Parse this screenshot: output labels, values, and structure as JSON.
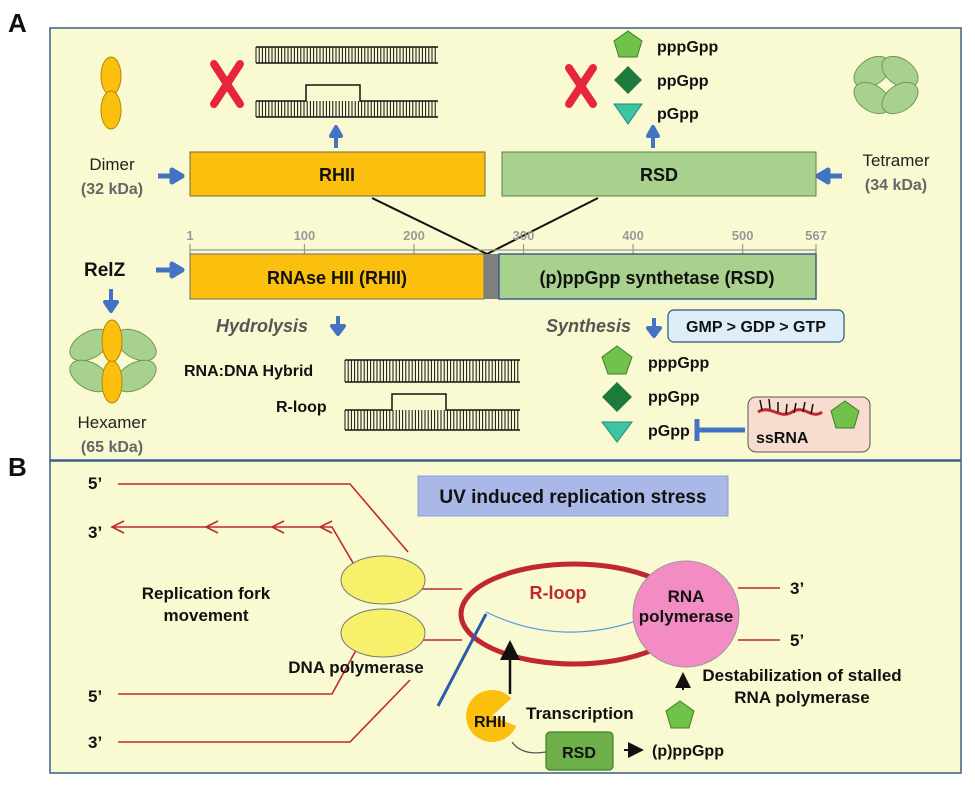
{
  "panelA": {
    "letter": "A",
    "dimer": {
      "name": "Dimer",
      "mass": "(32 kDa)"
    },
    "tetramer": {
      "name": "Tetramer",
      "mass": "(34 kDa)"
    },
    "hexamer": {
      "name": "Hexamer",
      "mass": "(65 kDa)"
    },
    "relz": "RelZ",
    "rhii_short": "RHII",
    "rsd_short": "RSD",
    "domain_rhii": "RNAse HII (RHII)",
    "domain_rsd": "(p)ppGpp synthetase (RSD)",
    "ticks": [
      "1",
      "100",
      "200",
      "300",
      "400",
      "500",
      "567"
    ],
    "hydrolysis": "Hydrolysis",
    "synthesis": "Synthesis",
    "substrate_order": "GMP > GDP > GTP",
    "rna_dna_hybrid": "RNA:DNA Hybrid",
    "r_loop": "R-loop",
    "ssrna": "ssRNA",
    "alarmones": [
      "pppGpp",
      "ppGpp",
      "pGpp"
    ],
    "alarmones_top": [
      "pppGpp",
      "ppGpp",
      "pGpp"
    ]
  },
  "panelB": {
    "letter": "B",
    "title": "UV induced replication stress",
    "ends": {
      "top_left_5": "5’",
      "top_left_3": "3’",
      "bot_left_5": "5’",
      "bot_left_3": "3’",
      "right_3": "3’",
      "right_5": "5’"
    },
    "fork_label_1": "Replication fork",
    "fork_label_2": "movement",
    "dna_polymerase": "DNA polymerase",
    "r_loop": "R-loop",
    "rna_polymerase_1": "RNA",
    "rna_polymerase_2": "polymerase",
    "destab_1": "Destabilization of stalled",
    "destab_2": "RNA polymerase",
    "transcription": "Transcription",
    "rhii": "RHII",
    "rsd": "RSD",
    "ppgpp": "(p)ppGpp"
  },
  "colors": {
    "panel_bg": "#fafad2",
    "rhii_orange": "#fbbf0e",
    "rsd_green": "#a9d18e",
    "arrow_blue": "#4472c4",
    "dna_red": "#c0282d",
    "polymerase_yellow": "#f7f06a",
    "rna_pol_pink": "#f48cc4",
    "pentagon_green": "#70c24a",
    "diamond_green": "#1e7a3c",
    "triangle_teal": "#3cc4a4",
    "cross_red": "#e8263a"
  }
}
